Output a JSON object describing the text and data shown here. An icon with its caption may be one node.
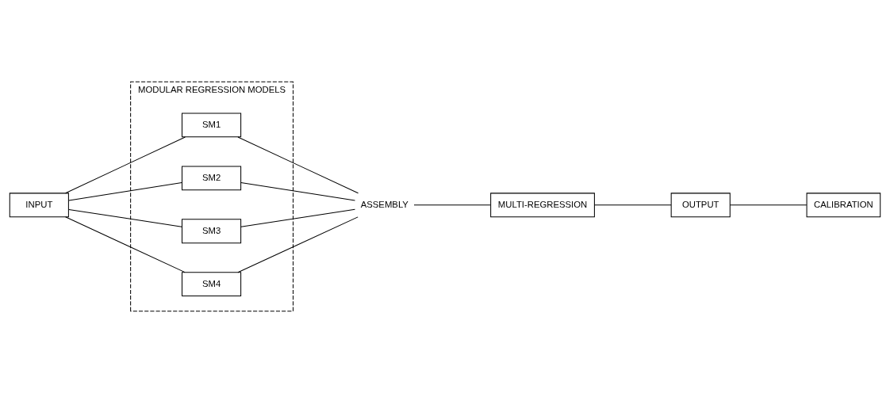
{
  "diagram": {
    "nodes": [
      {
        "text": [
          "INPUT"
        ]
      },
      {
        "text": [
          "MODULAR REGRESSION MODELS"
        ]
      },
      {
        "text": [
          "SM1"
        ],
        "in": 1
      },
      {
        "text": [
          "SM2"
        ],
        "in": 1
      },
      {
        "text": [
          "SM3"
        ],
        "in": 1
      },
      {
        "text": [
          "SM4"
        ],
        "in": 1
      },
      {
        "text": [
          "ASSEMBLY"
        ]
      },
      {
        "text": [
          "MULTI-REGRESSION"
        ]
      },
      {
        "text": [
          "OUTPUT"
        ]
      },
      {
        "text": [
          "CALIBRATION"
        ]
      }
    ],
    "edges": [
      {
        "from": 0,
        "to": 2,
        "arrow": "none"
      },
      {
        "from": 0,
        "to": 3,
        "arrow": "none"
      },
      {
        "from": 0,
        "to": 4,
        "arrow": "none"
      },
      {
        "from": 0,
        "to": 5,
        "arrow": "none"
      },
      {
        "from": 2,
        "to": 6,
        "arrow": "none"
      },
      {
        "from": 3,
        "to": 6,
        "arrow": "none"
      },
      {
        "from": 4,
        "to": 6,
        "arrow": "none"
      },
      {
        "from": 5,
        "to": 6,
        "arrow": "none"
      },
      {
        "from": 6,
        "to": 7,
        "arrow": "none"
      },
      {
        "from": 7,
        "to": 8,
        "arrow": "none"
      },
      {
        "from": 8,
        "to": 9,
        "arrow": "none"
      }
    ]
  }
}
